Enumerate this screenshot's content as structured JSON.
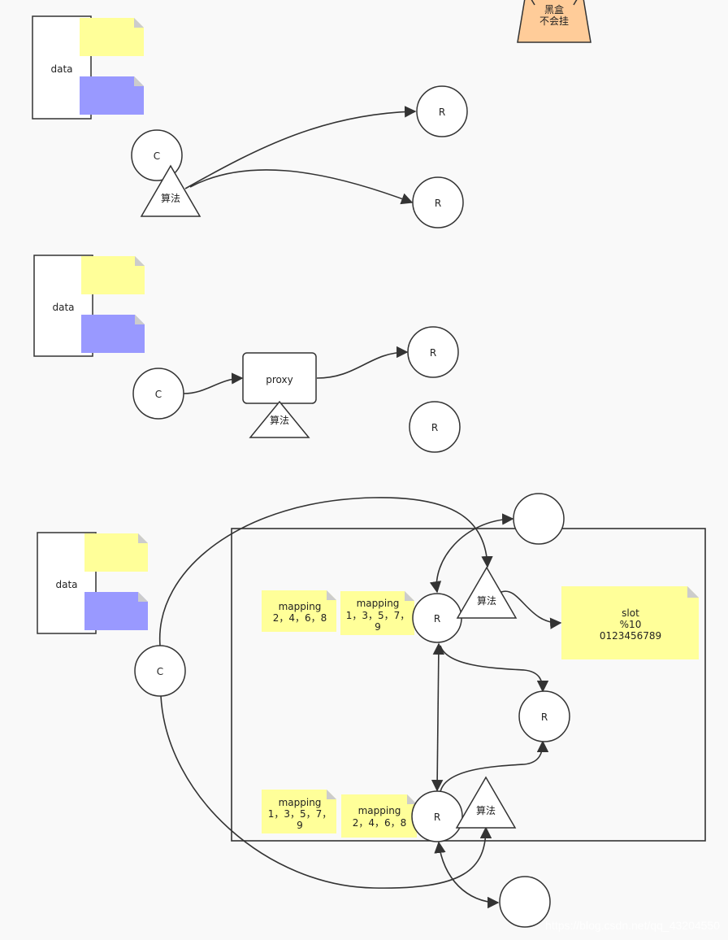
{
  "blackbox": {
    "line1": "黑盒",
    "line2": "不会挂"
  },
  "section1": {
    "data_label": "data",
    "client_label": "C",
    "algo_label": "算法",
    "redis_top": "R",
    "redis_bottom": "R"
  },
  "section2": {
    "data_label": "data",
    "client_label": "C",
    "proxy_label": "proxy",
    "algo_label": "算法",
    "redis_top": "R",
    "redis_bottom": "R"
  },
  "section3": {
    "data_label": "data",
    "client_label": "C",
    "redis_top": "R",
    "redis_middle": "R",
    "redis_bottom": "R",
    "algo_top": "算法",
    "algo_bottom": "算法",
    "mapping_top_left": {
      "title": "mapping",
      "values": "2，4，6，8"
    },
    "mapping_top_right": {
      "title": "mapping",
      "values_line1": "1，3，5，7，",
      "values_line2": "9"
    },
    "mapping_bottom_left": {
      "title": "mapping",
      "values_line1": "1，3，5，7，",
      "values_line2": "9"
    },
    "mapping_bottom_right": {
      "title": "mapping",
      "values": "2，4，6，8"
    },
    "slot": {
      "line1": "slot",
      "line2": "%10",
      "line3": "0123456789"
    }
  },
  "watermark": "https://blog.csdn.net/qq_43204550",
  "colors": {
    "note_yellow": "#ffff99",
    "note_blue": "#9999ff",
    "blackbox_fill": "#ffcc99",
    "stroke": "#333333"
  }
}
